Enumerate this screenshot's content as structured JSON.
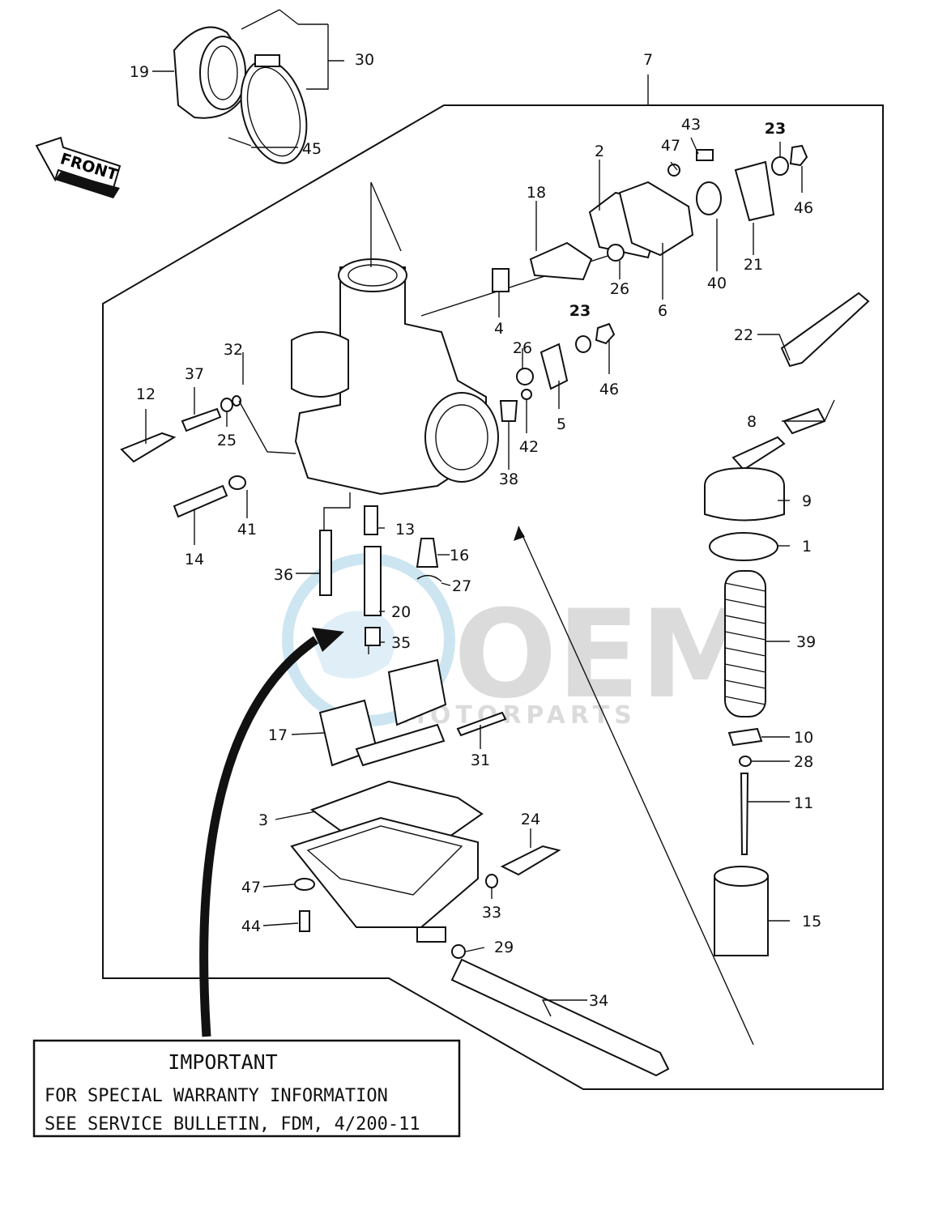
{
  "diagram": {
    "front_label": "FRONT",
    "notice": {
      "title": "IMPORTANT",
      "line1": "FOR SPECIAL WARRANTY INFORMATION",
      "line2": "SEE SERVICE BULLETIN, FDM, 4/200-11"
    },
    "watermark": {
      "brand": "OEM",
      "sub": "MOTORPARTS"
    },
    "part_numbers": {
      "p1": "1",
      "p2": "2",
      "p3": "3",
      "p4": "4",
      "p5": "5",
      "p6": "6",
      "p7": "7",
      "p8": "8",
      "p9": "9",
      "p10": "10",
      "p11": "11",
      "p12": "12",
      "p13": "13",
      "p14": "14",
      "p15": "15",
      "p16": "16",
      "p17": "17",
      "p18": "18",
      "p19": "19",
      "p20": "20",
      "p21": "21",
      "p22": "22",
      "p23a": "23",
      "p23b": "23",
      "p24": "24",
      "p25": "25",
      "p26a": "26",
      "p26b": "26",
      "p27": "27",
      "p28": "28",
      "p29": "29",
      "p30": "30",
      "p31": "31",
      "p32": "32",
      "p33": "33",
      "p34": "34",
      "p35": "35",
      "p36": "36",
      "p37": "37",
      "p38": "38",
      "p39": "39",
      "p40": "40",
      "p41": "41",
      "p42": "42",
      "p43": "43",
      "p44": "44",
      "p45": "45",
      "p46a": "46",
      "p46b": "46",
      "p47a": "47",
      "p47b": "47"
    }
  }
}
